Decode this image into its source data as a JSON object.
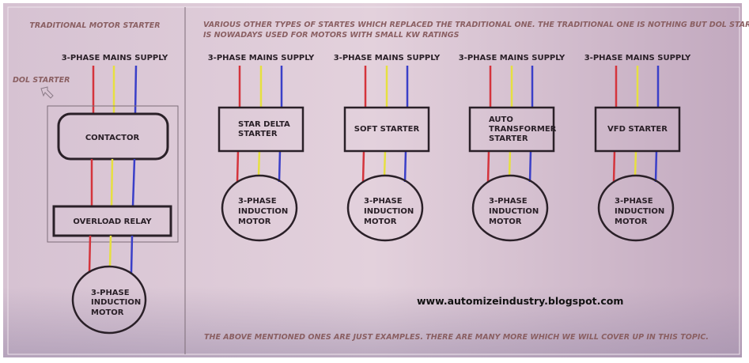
{
  "colors": {
    "red_wire": "#d4343c",
    "yellow_wire": "#e6e040",
    "blue_wire": "#3a3fc8",
    "note_text": "#8a5f62",
    "outline": "#2a2028"
  },
  "left": {
    "title": "TRADITIONAL MOTOR STARTER",
    "supply": "3-PHASE MAINS SUPPLY",
    "dol_label": "DOL STARTER",
    "contactor": "CONTACTOR",
    "overload": "OVERLOAD RELAY",
    "motor": [
      "3-PHASE",
      "INDUCTION",
      "MOTOR"
    ]
  },
  "right": {
    "intro": [
      "VARIOUS OTHER TYPES OF STARTES WHICH REPLACED THE TRADITIONAL ONE. THE TRADITIONAL ONE IS NOTHING BUT DOL STARTER; WHICH",
      "IS NOWADAYS USED FOR MOTORS WITH SMALL KW RATINGS"
    ],
    "starters": [
      {
        "supply": "3-PHASE MAINS SUPPLY",
        "name": [
          "STAR DELTA",
          "STARTER"
        ],
        "motor": [
          "3-PHASE",
          "INDUCTION",
          "MOTOR"
        ]
      },
      {
        "supply": "3-PHASE MAINS SUPPLY",
        "name": [
          "SOFT STARTER"
        ],
        "motor": [
          "3-PHASE",
          "INDUCTION",
          "MOTOR"
        ]
      },
      {
        "supply": "3-PHASE MAINS SUPPLY",
        "name": [
          "AUTO",
          "TRANSFORMER",
          "STARTER"
        ],
        "motor": [
          "3-PHASE",
          "INDUCTION",
          "MOTOR"
        ]
      },
      {
        "supply": "3-PHASE MAINS SUPPLY",
        "name": [
          "VFD STARTER"
        ],
        "motor": [
          "3-PHASE",
          "INDUCTION",
          "MOTOR"
        ]
      }
    ],
    "website": "www.automizeindustry.blogspot.com",
    "footer": "THE ABOVE MENTIONED ONES ARE JUST EXAMPLES. THERE ARE MANY MORE WHICH WE WILL COVER UP IN THIS TOPIC."
  }
}
